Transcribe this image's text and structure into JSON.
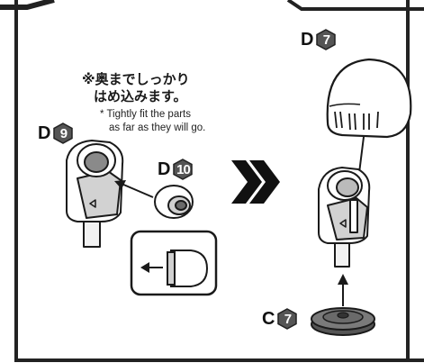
{
  "instruction": {
    "jp_line1": "※奥までしっかり",
    "jp_line2": "はめ込みます。",
    "en_line1": "* Tightly fit the parts",
    "en_line2": "as far as they will go."
  },
  "labels": {
    "d9": {
      "letter": "D",
      "number": "9"
    },
    "d10": {
      "letter": "D",
      "number": "10"
    },
    "d7": {
      "letter": "D",
      "number": "7"
    },
    "c7": {
      "letter": "C",
      "number": "7"
    }
  },
  "colors": {
    "hex_fill": "#555555",
    "part_fill": "#ffffff",
    "part_shade": "#d0d0d0",
    "base_fill": "#6a6a6a",
    "stroke": "#1a1a1a",
    "frame": "#222222"
  },
  "icons": [
    "proceed-chevrons-icon",
    "insert-arrow-icon",
    "detail-arrow-icon"
  ]
}
